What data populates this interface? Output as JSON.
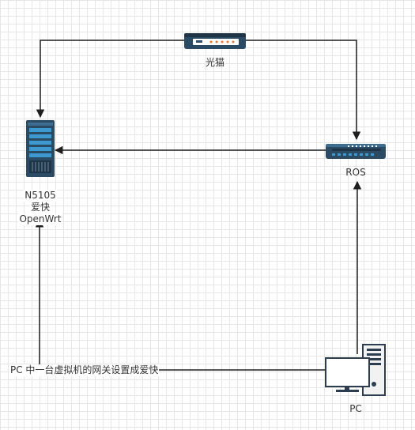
{
  "nodes": {
    "modem": {
      "label": "光猫",
      "icon": "modem-icon"
    },
    "server": {
      "label_lines": [
        "N5105",
        "爱快",
        "OpenWrt"
      ],
      "icon": "server-rack-icon"
    },
    "router": {
      "label": "ROS",
      "icon": "router-switch-icon"
    },
    "pc": {
      "label": "PC",
      "icon": "desktop-pc-icon"
    }
  },
  "edges": {
    "pc_note": "PC 中一台虚拟机的网关设置成爱快"
  },
  "colors": {
    "line": "#1f1f1f",
    "device_dark": "#2b4a63",
    "device_accent": "#3d9ad1",
    "modem_led": "#e5793a",
    "pc_screen_border": "#2b3d4f"
  }
}
